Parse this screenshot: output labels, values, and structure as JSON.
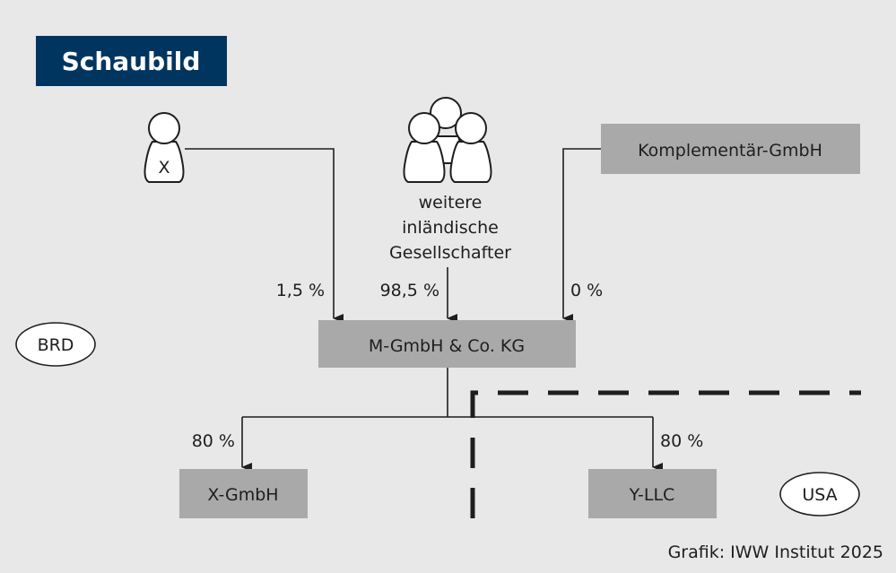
{
  "header": {
    "title": "Schaubild",
    "color": "#003560"
  },
  "nodes": {
    "person_x": "X",
    "group_label": [
      "weitere",
      "inländische",
      "Gesellschafter"
    ],
    "komplementaer": "Komplementär-GmbH",
    "m_kg": "M-GmbH & Co. KG",
    "x_gmbh": "X-GmbH",
    "y_llc": "Y-LLC"
  },
  "shares": {
    "x_to_kg": "1,5 %",
    "group_to_kg": "98,5 %",
    "kompl_to_kg": "0 %",
    "kg_to_x_gmbh": "80 %",
    "kg_to_y_llc": "80 %"
  },
  "regions": {
    "left": "BRD",
    "right": "USA"
  },
  "credit": "Grafik: IWW Institut 2025"
}
